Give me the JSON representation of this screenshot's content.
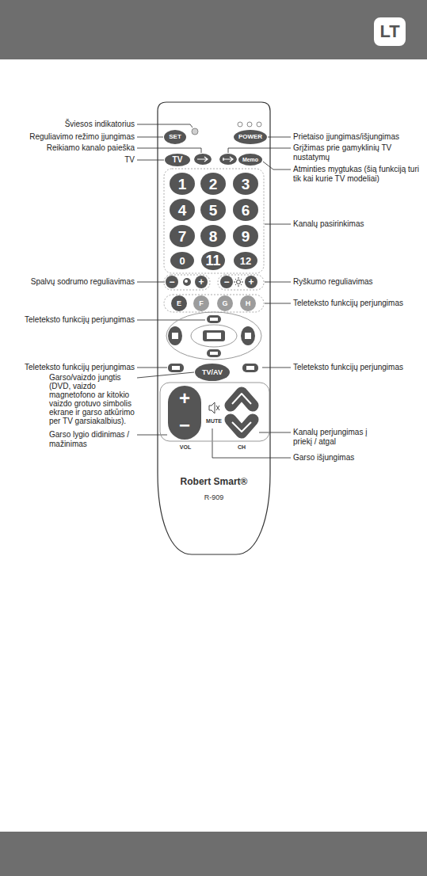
{
  "diagram": {
    "nodes": [
      {
        "text": [
          "LT"
        ]
      },
      {
        "text": [
          "Robert Smart®",
          "R-909"
        ]
      },
      {
        "text": [
          "SET"
        ],
        "in": 1
      },
      {
        "text": [
          "POWER"
        ],
        "in": 1
      },
      {
        "text": [
          "TV"
        ],
        "in": 1
      },
      {
        "text": [
          "Memo"
        ],
        "in": 1
      },
      {
        "text": [
          "1"
        ],
        "in": 1
      },
      {
        "text": [
          "2"
        ],
        "in": 1
      },
      {
        "text": [
          "3"
        ],
        "in": 1
      },
      {
        "text": [
          "4"
        ],
        "in": 1
      },
      {
        "text": [
          "5"
        ],
        "in": 1
      },
      {
        "text": [
          "6"
        ],
        "in": 1
      },
      {
        "text": [
          "7"
        ],
        "in": 1
      },
      {
        "text": [
          "8"
        ],
        "in": 1
      },
      {
        "text": [
          "9"
        ],
        "in": 1
      },
      {
        "text": [
          "0"
        ],
        "in": 1
      },
      {
        "text": [
          "11"
        ],
        "in": 1
      },
      {
        "text": [
          "12"
        ],
        "in": 1
      },
      {
        "text": [
          "−"
        ],
        "in": 1
      },
      {
        "text": [
          "+"
        ],
        "in": 1
      },
      {
        "text": [
          "−"
        ],
        "in": 1
      },
      {
        "text": [
          "+"
        ],
        "in": 1
      },
      {
        "text": [
          "E"
        ],
        "in": 1
      },
      {
        "text": [
          "F"
        ],
        "in": 1
      },
      {
        "text": [
          "G"
        ],
        "in": 1
      },
      {
        "text": [
          "H"
        ],
        "in": 1
      },
      {
        "text": [
          "TV/AV"
        ],
        "in": 1
      },
      {
        "text": [
          "+",
          "−"
        ],
        "in": 1
      }
    ],
    "labels": [
      "Šviesos indikatorius",
      "Reguliavimo režimo įjungimas",
      "Prietaiso įjungimas/išjungimas",
      "Reikiamo kanalo paieška",
      "Grįžimas prie gamyklinių TV nustatymų",
      "TV",
      "Atminties mygtukas (šią funkciją turi tik kai kurie TV modeliai)",
      "Kanalų pasirinkimas",
      "Spalvų sodrumo reguliavimas",
      "Ryškumo reguliavimas",
      "Teleteksto funkcijų perjungimas",
      "Teleteksto funkcijų perjungimas",
      "Teleteksto funkcijų perjungimas",
      "Teleteksto funkcijų perjungimas",
      "Garso/vaizdo jungtis (DVD, vaizdo magnetofono ar kitokio vaizdo grotuvo simbolis ekrane ir garso atkūrimo per TV garsiakalbius).",
      "Garso lygio didinimas / mažinimas",
      "VOL",
      "MUTE",
      "CH",
      "Kanalų perjungimas į priekį / atgal",
      "Garso išjungimas"
    ]
  }
}
